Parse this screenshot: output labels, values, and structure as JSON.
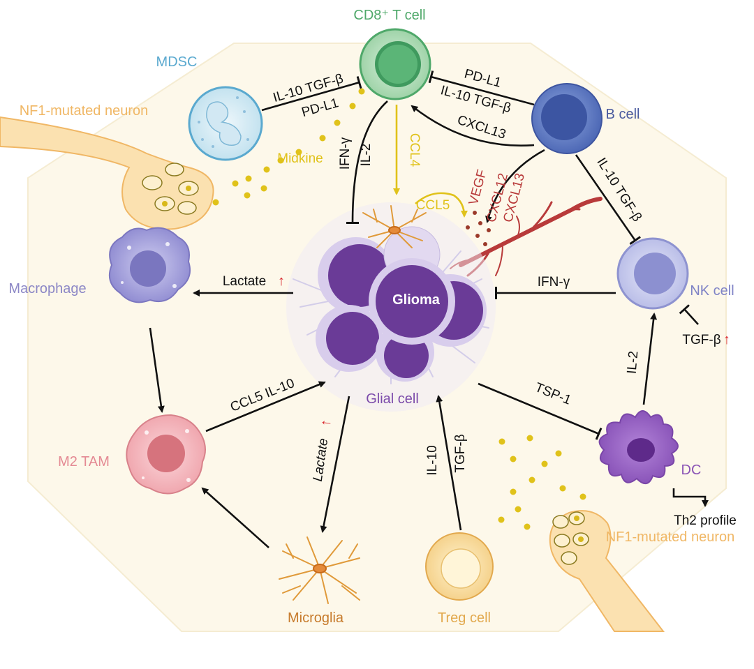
{
  "colors": {
    "background": "#fdf8ea",
    "cd8": "#4fa86a",
    "mdsc": "#5aa9cf",
    "neuron": "#f0b765",
    "bcell": "#4a5a9e",
    "nk": "#7f83c6",
    "macrophage": "#8c87c6",
    "m2": "#e48a94",
    "microglia": "#c77b2c",
    "treg": "#e2a94e",
    "dc": "#8a53b5",
    "glial": "#7b4aaa",
    "midkine": "#e0c21a",
    "vegf": "#b83a3a",
    "inhibit_up": "#d9282f"
  },
  "cells": {
    "cd8": "CD8⁺ T cell",
    "mdsc": "MDSC",
    "neuron_top": "NF1-mutated neuron",
    "bcell": "B cell",
    "nk": "NK cell",
    "macrophage": "Macrophage",
    "m2tam": "M2 TAM",
    "microglia": "Microglia",
    "treg": "Treg cell",
    "dc": "DC",
    "neuron_bottom": "NF1-mutated neuron",
    "glial": "Glial cell",
    "glioma": "Glioma"
  },
  "signals": {
    "mdsc_to_cd8": "IL-10 TGF-β",
    "mdsc_pdl1": "PD-L1",
    "midkine": "Midkine",
    "b_pdl1": "PD-L1",
    "b_il10": "IL-10 TGF-β",
    "b_cxcl13": "CXCL13",
    "cd8_ifn": "IFN-γ",
    "cd8_il2": "IL-2",
    "ccl4": "CCL4",
    "ccl5": "CCL5",
    "vegf": "VEGF",
    "cxcl12": "CXCL12",
    "cxcl13": "CXCL13",
    "b_nk": "IL-10 TGF-β",
    "nk_ifn": "IFN-γ",
    "lactate_left": "Lactate",
    "tgf_nk": "TGF-β",
    "il2_dc": "IL-2",
    "tsp1": "TSP-1",
    "ccl5_il10": "CCL5 IL-10",
    "lactate_bottom": "Lactate",
    "il10_treg": "IL-10",
    "tgf_treg": "TGF-β",
    "th2": "Th2 profile",
    "up_arrow": "↑"
  }
}
